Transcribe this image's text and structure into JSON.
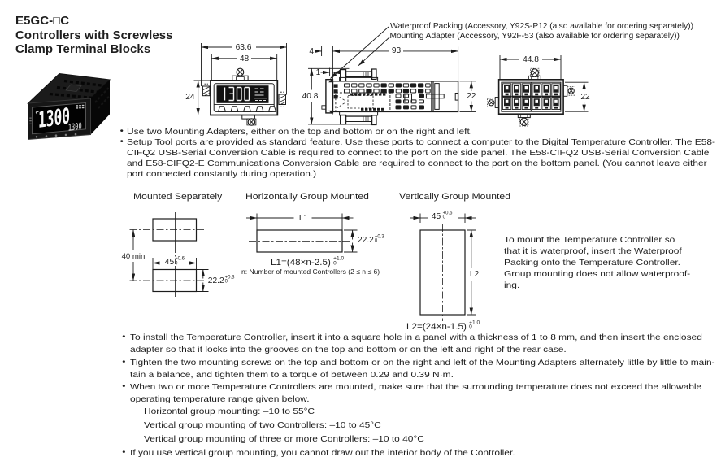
{
  "header": {
    "model": "E5GC-□C",
    "subtitle_line1": "Controllers with Screwless",
    "subtitle_line2": "Clamp Terminal Blocks"
  },
  "photo": {
    "display_main": "1300",
    "display_sub": "1300"
  },
  "callouts": {
    "waterproof_packing": "Waterproof Packing (Accessory, Y92S-P12 (also available for ordering separately))",
    "mounting_adapter": "Mounting Adapter (Accessory, Y92F-53 (also available for ordering separately))"
  },
  "dimensions": {
    "front": {
      "total_width": "63.6",
      "face_width": "48",
      "height": "24"
    },
    "side": {
      "bezel_depth": "4",
      "packing_thickness": "1",
      "body_length": "93",
      "total_height": "40.8",
      "body_height": "22"
    },
    "rear": {
      "width": "44.8",
      "height": "22"
    }
  },
  "notes_top": [
    {
      "lines": [
        "Use two Mounting Adapters, either on the top and bottom or on the right and left."
      ]
    },
    {
      "lines": [
        "Setup Tool ports are provided as standard feature. Use these ports to connect a computer to the Digital Temperature Controller. The E58-",
        "CIFQ2 USB-Serial Conversion Cable is required to connect to the port on the side panel. The E58-CIFQ2 USB-Serial Conversion Cable",
        "and E58-CIFQ2-E Communications Conversion Cable are required to connect to the port on the bottom panel. (You cannot leave either",
        "port connected constantly during operation.)"
      ]
    }
  ],
  "cutouts": {
    "separate": {
      "title": "Mounted Separately",
      "vertical_dim": "40 min",
      "width_dim": "45",
      "width_tol_sup": "+0.6",
      "width_tol_sub": "0",
      "height_dim": "22.2",
      "height_tol_sup": "+0.3",
      "height_tol_sub": "0"
    },
    "horizontal": {
      "title": "Horizontally Group Mounted",
      "length_label": "L1",
      "height_dim": "22.2",
      "height_tol_sup": "+0.3",
      "height_tol_sub": "0",
      "formula": "L1=(48×n-2.5)",
      "formula_tol_sup": "+1.0",
      "formula_tol_sub": "0",
      "note": "n: Number of mounted Controllers (2 ≤ n ≤ 6)"
    },
    "vertical": {
      "title": "Vertically Group Mounted",
      "width_dim": "45",
      "width_tol_sup": "+0.6",
      "width_tol_sub": "0",
      "length_label": "L2",
      "formula": "L2=(24×n-1.5)",
      "formula_tol_sup": "+1.0",
      "formula_tol_sub": "0"
    },
    "waterproof_note_lines": [
      "To mount the Temperature Controller so",
      "that it is waterproof, insert the Waterproof",
      "Packing onto the Temperature Controller.",
      "Group mounting does not allow waterproof-",
      "ing."
    ]
  },
  "notes_bottom": {
    "items": [
      {
        "lines": [
          "To install the Temperature Controller, insert it into a square hole in a panel with a thickness of 1 to 8 mm, and then insert the enclosed",
          "adapter so that it locks into the grooves on the top and bottom or on the left and right of the rear case."
        ]
      },
      {
        "lines": [
          "Tighten the two mounting screws on the top and bottom or on the right and left of the Mounting Adapters alternately little by little to main-",
          "tain a balance, and tighten them to a torque of between 0.29 and 0.39 N·m."
        ]
      },
      {
        "lines": [
          "When two or more Temperature Controllers are mounted, make sure that the surrounding temperature does not exceed the allowable",
          "operating temperature range given below."
        ]
      }
    ],
    "temperature_limits": [
      "Horizontal group mounting: –10 to 55°C",
      "Vertical group mounting of two Controllers: –10 to 45°C",
      "Vertical group mounting of three or more Controllers: –10 to 40°C"
    ],
    "last_item_lines": [
      "If you use vertical group mounting, you cannot draw out the interior body of the Controller."
    ]
  },
  "ui": {
    "bullet": "•"
  }
}
